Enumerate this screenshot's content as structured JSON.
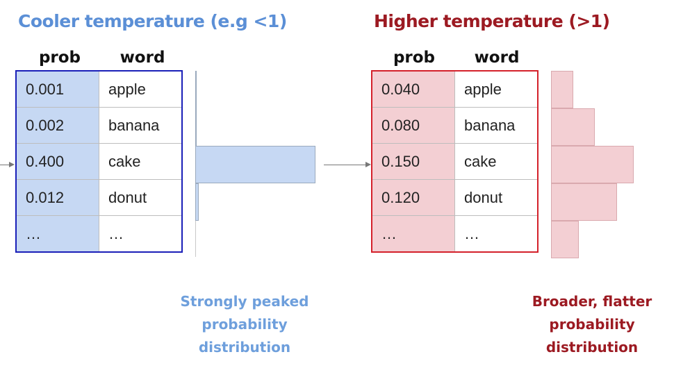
{
  "colors": {
    "cool_title": "#5b8fd6",
    "hot_title": "#9c1a22",
    "cool_fill": "#c6d8f3",
    "hot_fill": "#f3cfd3",
    "cool_border": "#1a1fb8",
    "hot_border": "#d4202a"
  },
  "cool": {
    "title": "Cooler temperature (e.g <1)",
    "prob_header": "prob",
    "word_header": "word",
    "rows": [
      {
        "prob": "0.001",
        "word": "apple"
      },
      {
        "prob": "0.002",
        "word": "banana"
      },
      {
        "prob": "0.400",
        "word": "cake"
      },
      {
        "prob": "0.012",
        "word": "donut"
      },
      {
        "prob": "…",
        "word": "…"
      }
    ],
    "distribution_levels": [
      0.001,
      0.002,
      0.4,
      0.012
    ],
    "caption_lines": [
      "Strongly peaked",
      "probability",
      "distribution"
    ]
  },
  "hot": {
    "title": "Higher temperature (>1)",
    "prob_header": "prob",
    "word_header": "word",
    "rows": [
      {
        "prob": "0.040",
        "word": "apple"
      },
      {
        "prob": "0.080",
        "word": "banana"
      },
      {
        "prob": "0.150",
        "word": "cake"
      },
      {
        "prob": "0.120",
        "word": "donut"
      },
      {
        "prob": "…",
        "word": "…"
      }
    ],
    "distribution_levels": [
      0.04,
      0.08,
      0.15,
      0.12,
      0.05
    ],
    "caption_lines": [
      "Broader, flatter",
      "probability",
      "distribution"
    ]
  }
}
